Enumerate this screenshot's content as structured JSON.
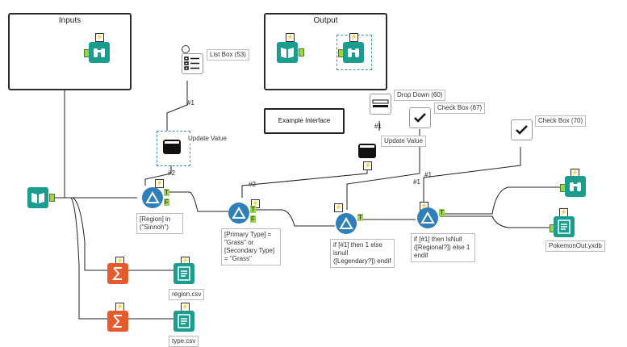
{
  "containers": {
    "inputs_title": "Inputs",
    "output_title": "Output"
  },
  "labels": {
    "list_box": "List Box (53)",
    "update_value_1": "Update Value",
    "drop_down": "Drop Down (60)",
    "check_box_67": "Check Box (67)",
    "update_value_2": "Update Value",
    "check_box_70": "Check Box (70)",
    "example_interface": "Example Interface"
  },
  "connections": {
    "c1": "#1",
    "c2": "#2",
    "c3": "#2",
    "c4": "#1",
    "c5": "#1",
    "c6": "#1"
  },
  "annotations": {
    "filter_region": "[Region] in (\"Sinnoh\")",
    "filter_type": "[Primary Type] = \"Grass\" or [Secondary Type] = \"Grass\"",
    "formula_legendary": "if [#1] then 1 else isnull ([Legendary?]) endif",
    "formula_regional": "if [#1] then IsNull ([Regional?]) else 1 endif",
    "output_pokemon": "PokemonOut.yxdb",
    "output_region": "region.csv",
    "output_type": "type.csv"
  },
  "anchors": {
    "true": "T",
    "false": "F",
    "bolt": "⚡"
  },
  "colors": {
    "teal": "#1a9c8e",
    "filter_blue": "#2f7fb8",
    "summarize_orange": "#e85a2c",
    "anchor_green": "#9bd34a"
  },
  "icons": [
    "book-input-icon",
    "binoculars-icon",
    "filter-icon",
    "summarize-icon",
    "output-file-icon",
    "list-box-icon",
    "drop-down-icon",
    "checkbox-icon",
    "clapperboard-icon"
  ]
}
